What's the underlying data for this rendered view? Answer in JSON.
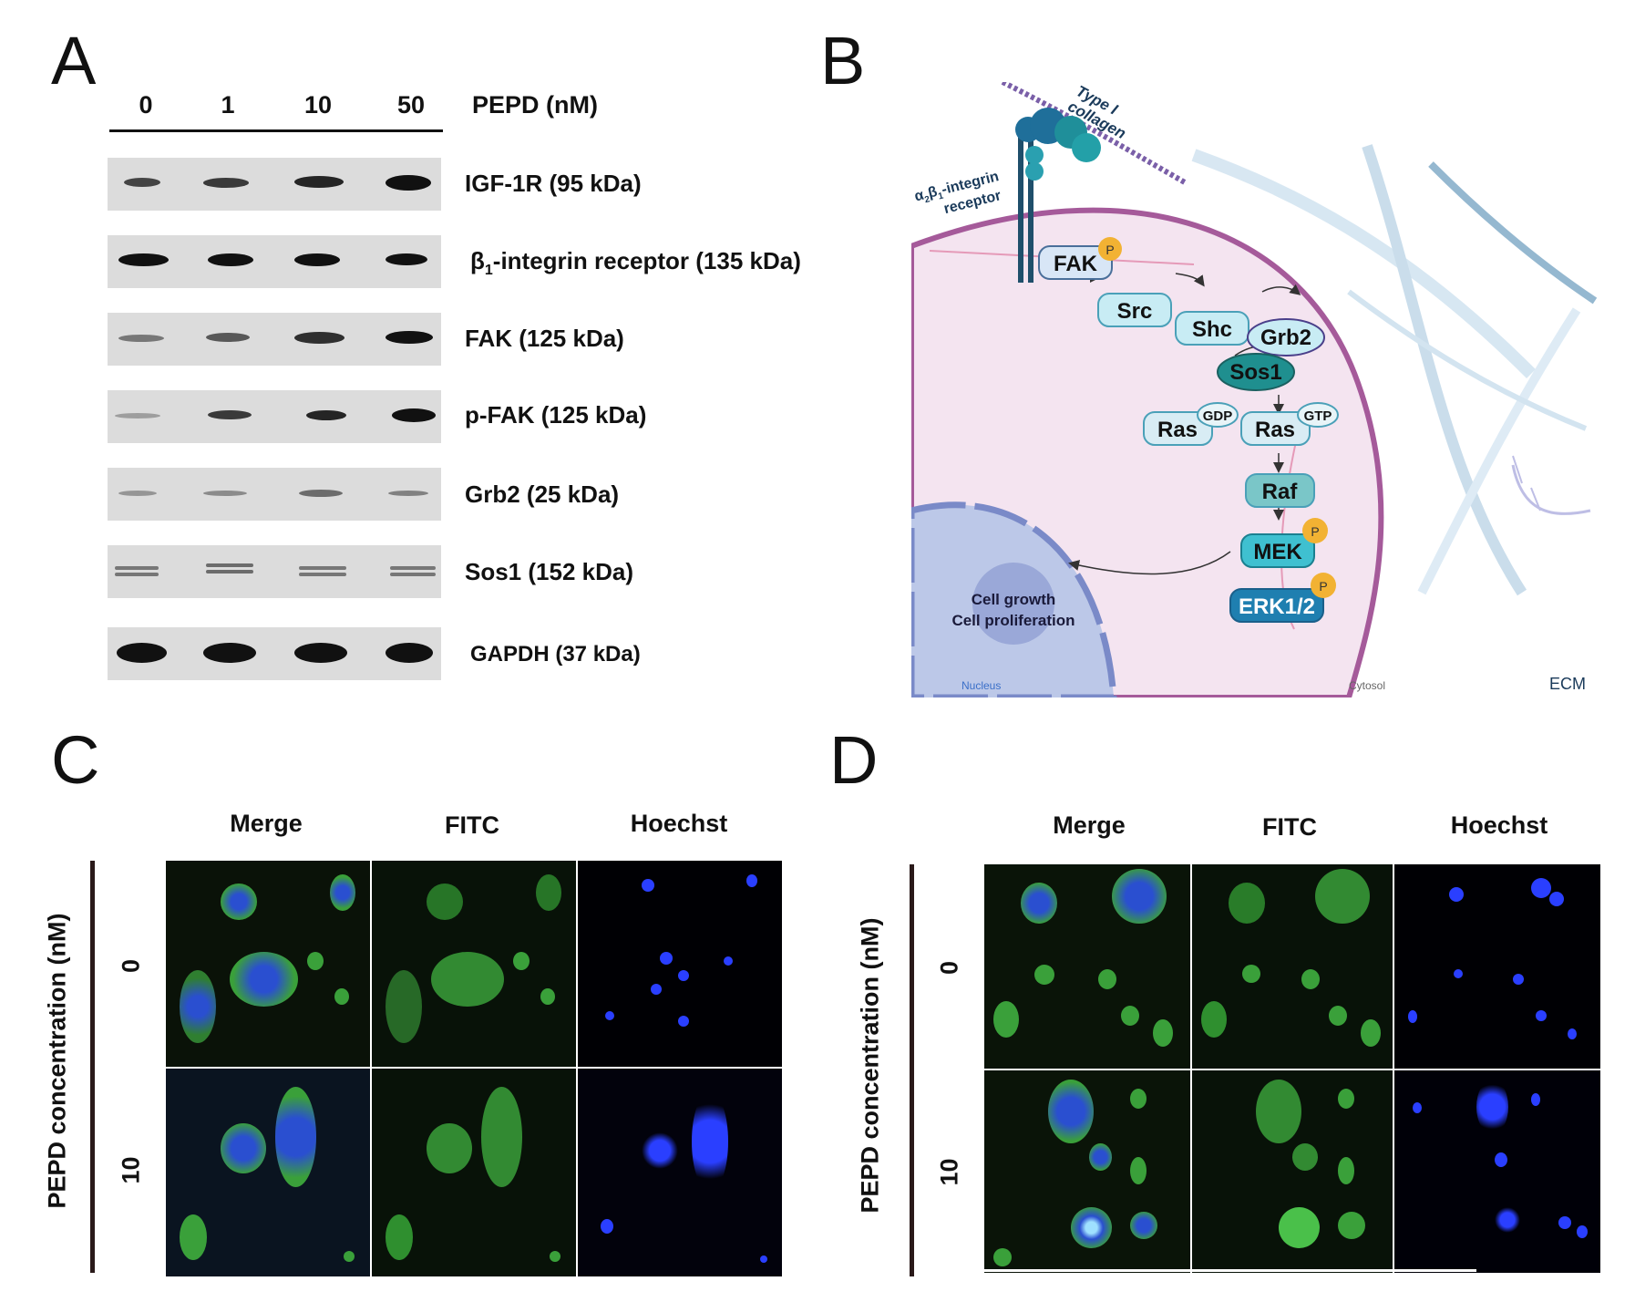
{
  "panels": {
    "a": "A",
    "b": "B",
    "c": "C",
    "d": "D"
  },
  "panel_a": {
    "lanes": [
      "0",
      "1",
      "10",
      "50"
    ],
    "unit": "PEPD (nM)",
    "rows": [
      {
        "label_main": "IGF-1R (95 kDa)"
      },
      {
        "label_pre": "β",
        "label_sub": "1",
        "label_post": "-integrin receptor (135 kDa)"
      },
      {
        "label_main": "FAK (125 kDa)"
      },
      {
        "label_main": "p-FAK (125 kDa)"
      },
      {
        "label_main": "Grb2 (25 kDa)"
      },
      {
        "label_main": "Sos1 (152 kDa)"
      },
      {
        "label_main": "GAPDH (37 kDa)"
      }
    ]
  },
  "panel_b": {
    "collagen": "Type I collagen",
    "integrin_a": "α",
    "integrin_a_sub": "2",
    "integrin_b": "β",
    "integrin_b_sub": "1",
    "integrin_rest": "-integrin",
    "receptor": "receptor",
    "fak": "FAK",
    "src": "Src",
    "shc": "Shc",
    "grb2": "Grb2",
    "sos1": "Sos1",
    "ras1": "Ras",
    "gdp": "GDP",
    "ras2": "Ras",
    "gtp": "GTP",
    "raf": "Raf",
    "mek": "MEK",
    "erk": "ERK1/2",
    "p": "P",
    "growth": "Cell growth",
    "prolif": "Cell proliferation",
    "nucleus": "Nucleus",
    "cytosol": "Cytosol",
    "ecm": "ECM"
  },
  "panel_c": {
    "cols": [
      "Merge",
      "FITC",
      "Hoechst"
    ],
    "rows": [
      "0",
      "10"
    ],
    "ylabel": "PEPD concentration (nM)"
  },
  "panel_d": {
    "cols": [
      "Merge",
      "FITC",
      "Hoechst"
    ],
    "rows": [
      "0",
      "10"
    ],
    "ylabel": "PEPD concentration (nM)"
  },
  "colors": {
    "fitc": "#3fbf3f",
    "hoechst": "#2a3fff",
    "membrane": "#a55a9a",
    "cytosol": "#f4e4f0",
    "nucleus": "#bcc8e8"
  }
}
